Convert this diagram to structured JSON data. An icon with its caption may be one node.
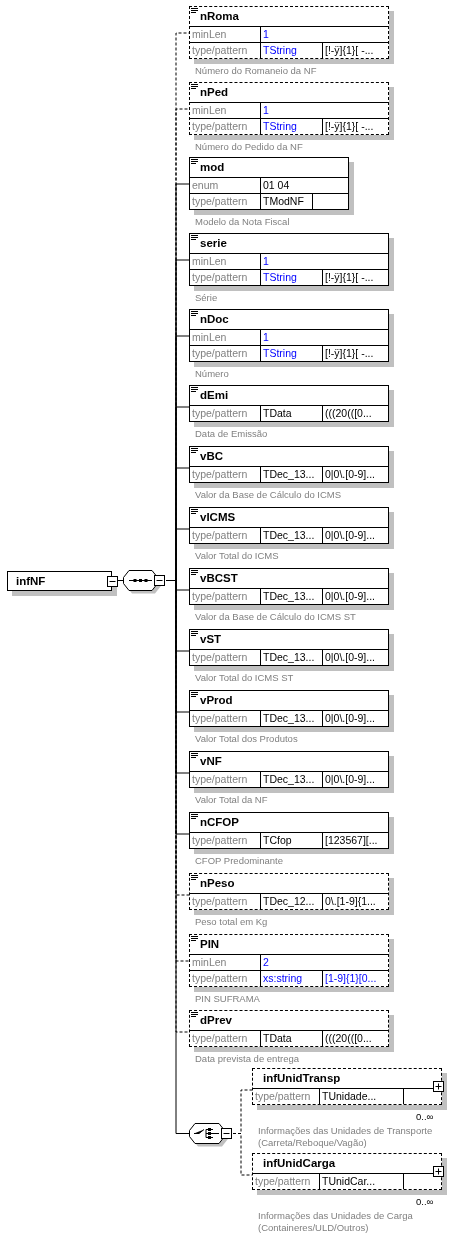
{
  "diagram": {
    "nodes": [
      {
        "text": [
          "infNF"
        ]
      },
      {
        "text": [],
        "shape": "octagon"
      },
      {
        "text": [
          "nRoma",
          "minLen",
          "1",
          "type/pattern",
          "TString",
          "[!-ÿ]{1}[ -..."
        ],
        "beside": [
          "Número do Romaneio da NF"
        ]
      },
      {
        "text": [
          "nPed",
          "minLen",
          "1",
          "type/pattern",
          "TString",
          "[!-ÿ]{1}[ -..."
        ],
        "beside": [
          "Número do Pedido da NF"
        ]
      },
      {
        "text": [
          "mod",
          "enum",
          "01 04",
          "type/pattern",
          "TModNF"
        ],
        "beside": [
          "Modelo da Nota Fiscal"
        ]
      },
      {
        "text": [
          "serie",
          "minLen",
          "1",
          "type/pattern",
          "TString",
          "[!-ÿ]{1}[ -..."
        ],
        "beside": [
          "Série"
        ]
      },
      {
        "text": [
          "nDoc",
          "minLen",
          "1",
          "type/pattern",
          "TString",
          "[!-ÿ]{1}[ -..."
        ],
        "beside": [
          "Número"
        ]
      },
      {
        "text": [
          "dEmi",
          "type/pattern",
          "TData",
          "(((20(([0..."
        ],
        "beside": [
          "Data de Emissão"
        ]
      },
      {
        "text": [
          "vBC",
          "type/pattern",
          "TDec_13...",
          "0|0\\.[0-9]..."
        ],
        "beside": [
          "Valor da Base de Cálculo do ICMS"
        ]
      },
      {
        "text": [
          "vICMS",
          "type/pattern",
          "TDec_13...",
          "0|0\\.[0-9]..."
        ],
        "beside": [
          "Valor Total do ICMS"
        ]
      },
      {
        "text": [
          "vBCST",
          "type/pattern",
          "TDec_13...",
          "0|0\\.[0-9]..."
        ],
        "beside": [
          "Valor da Base de Cálculo do ICMS ST"
        ]
      },
      {
        "text": [
          "vST",
          "type/pattern",
          "TDec_13...",
          "0|0\\.[0-9]..."
        ],
        "beside": [
          "Valor Total do ICMS ST"
        ]
      },
      {
        "text": [
          "vProd",
          "type/pattern",
          "TDec_13...",
          "0|0\\.[0-9]..."
        ],
        "beside": [
          "Valor Total dos Produtos"
        ]
      },
      {
        "text": [
          "vNF",
          "type/pattern",
          "TDec_13...",
          "0|0\\.[0-9]..."
        ],
        "beside": [
          "Valor Total da NF"
        ]
      },
      {
        "text": [
          "nCFOP",
          "type/pattern",
          "TCfop",
          "[123567][..."
        ],
        "beside": [
          "CFOP Predominante"
        ]
      },
      {
        "text": [
          "nPeso",
          "type/pattern",
          "TDec_12...",
          "0\\.[1-9]{1..."
        ],
        "beside": [
          "Peso total em Kg"
        ]
      },
      {
        "text": [
          "PIN",
          "minLen",
          "2",
          "type/pattern",
          "xs:string",
          "[1-9]{1}[0..."
        ],
        "beside": [
          "PIN SUFRAMA"
        ]
      },
      {
        "text": [
          "dPrev",
          "type/pattern",
          "TData",
          "(((20(([0..."
        ],
        "beside": [
          "Data prevista de entrega"
        ]
      },
      {
        "text": [],
        "shape": "octagon"
      },
      {
        "text": [
          "infUnidTransp",
          "type/pattern",
          "TUnidade..."
        ],
        "beside": [
          "0..∞",
          "Informações das Unidades de Transporte (Carreta/Reboque/Vagão)"
        ]
      },
      {
        "text": [
          "infUnidCarga",
          "type/pattern",
          "TUnidCar..."
        ],
        "beside": [
          "0..∞",
          "Informações das Unidades de Carga (Containeres/ULD/Outros)"
        ]
      }
    ],
    "edges": [
      {
        "from": 0,
        "to": 1,
        "arrow": "none"
      },
      {
        "from": 1,
        "to": 2,
        "arrow": "none",
        "style": "dashed"
      },
      {
        "from": 1,
        "to": 3,
        "arrow": "none",
        "style": "dashed"
      },
      {
        "from": 1,
        "to": 4,
        "arrow": "none"
      },
      {
        "from": 1,
        "to": 5,
        "arrow": "none"
      },
      {
        "from": 1,
        "to": 6,
        "arrow": "none"
      },
      {
        "from": 1,
        "to": 7,
        "arrow": "none"
      },
      {
        "from": 1,
        "to": 8,
        "arrow": "none"
      },
      {
        "from": 1,
        "to": 9,
        "arrow": "none"
      },
      {
        "from": 1,
        "to": 10,
        "arrow": "none"
      },
      {
        "from": 1,
        "to": 11,
        "arrow": "none"
      },
      {
        "from": 1,
        "to": 12,
        "arrow": "none"
      },
      {
        "from": 1,
        "to": 13,
        "arrow": "none"
      },
      {
        "from": 1,
        "to": 14,
        "arrow": "none"
      },
      {
        "from": 1,
        "to": 15,
        "arrow": "none",
        "style": "dashed"
      },
      {
        "from": 1,
        "to": 16,
        "arrow": "none",
        "style": "dashed"
      },
      {
        "from": 1,
        "to": 17,
        "arrow": "none",
        "style": "dashed"
      },
      {
        "from": 1,
        "to": 18,
        "arrow": "none"
      },
      {
        "from": 18,
        "to": 19,
        "arrow": "none",
        "style": "dashed"
      },
      {
        "from": 18,
        "to": 20,
        "arrow": "none",
        "style": "dashed"
      }
    ]
  }
}
